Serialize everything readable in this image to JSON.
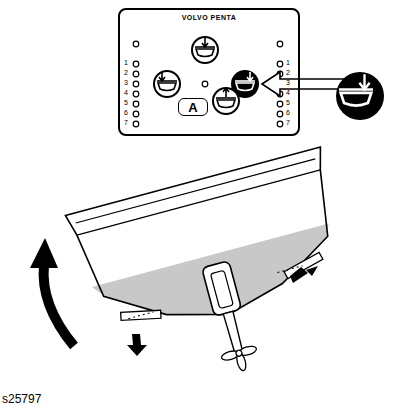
{
  "diagram": {
    "nodes": [
      {
        "text": [
          "VOLVO PENTA"
        ]
      },
      {
        "text": [
          "A"
        ],
        "in": 0
      }
    ],
    "labels": [
      "1",
      "2",
      "3",
      "4",
      "5",
      "6",
      "7",
      "1",
      "2",
      "3",
      "4",
      "5",
      "6",
      "7",
      "s25797"
    ]
  }
}
